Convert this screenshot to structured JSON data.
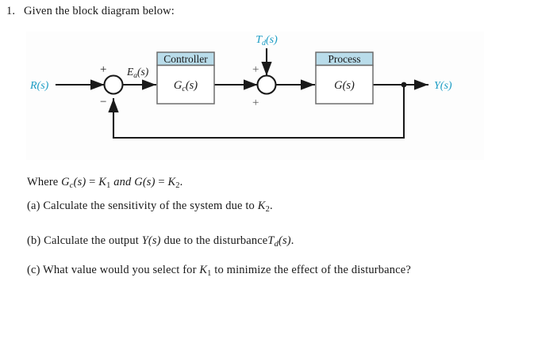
{
  "question": {
    "number": "1.",
    "prompt": "Given the block diagram below:"
  },
  "diagram": {
    "type": "feedback-control-block-diagram",
    "input_label": "R(s)",
    "output_label": "Y(s)",
    "error_label": "E",
    "error_label_sub": "a",
    "error_label_tail": "(s)",
    "disturbance_label": "T",
    "disturbance_label_sub": "d",
    "disturbance_label_tail": "(s)",
    "blocks": [
      {
        "name": "controller",
        "header": "Controller",
        "body": "G",
        "body_sub": "c",
        "body_tail": "(s)"
      },
      {
        "name": "process",
        "header": "Process",
        "body": "G",
        "body_sub": "",
        "body_tail": "(s)"
      }
    ],
    "summing_junctions": [
      {
        "name": "error-junction",
        "sign_top": "+",
        "sign_bottom": "−"
      },
      {
        "name": "disturbance-junction",
        "sign_top": "+",
        "sign_bottom": "+"
      }
    ],
    "colors": {
      "signal_label": "#1a9cc4",
      "block_header_fill": "#b9dcea",
      "block_header_stroke": "#6d6d6d",
      "block_body_fill": "#ffffff",
      "line": "#1a1a1a"
    }
  },
  "statements": {
    "where": {
      "lead": "Where ",
      "gc": "G",
      "gc_sub": "c",
      "gc_tail": "(s)",
      "eq1": " = ",
      "k1": "K",
      "k1_sub": "1",
      "and": " and ",
      "g": "G(s)",
      "eq2": " = ",
      "k2": "K",
      "k2_sub": "2",
      "period": "."
    },
    "part_a": {
      "marker": "(a)",
      "text_before": " Calculate the sensitivity of the system due to ",
      "symbol": "K",
      "symbol_sub": "2",
      "text_after": "."
    },
    "part_b": {
      "marker": "(b)",
      "text_before": " Calculate the output ",
      "symbol1": "Y",
      "symbol1_tail": "(s)",
      "text_mid": " due to the disturbance",
      "symbol2": "T",
      "symbol2_sub": "d",
      "symbol2_tail": "(s)",
      "text_after": "."
    },
    "part_c": {
      "marker": "(c)",
      "text_before": " What value would you select for  ",
      "symbol": "K",
      "symbol_sub": "1",
      "text_after": " to minimize the effect of the disturbance?"
    }
  }
}
